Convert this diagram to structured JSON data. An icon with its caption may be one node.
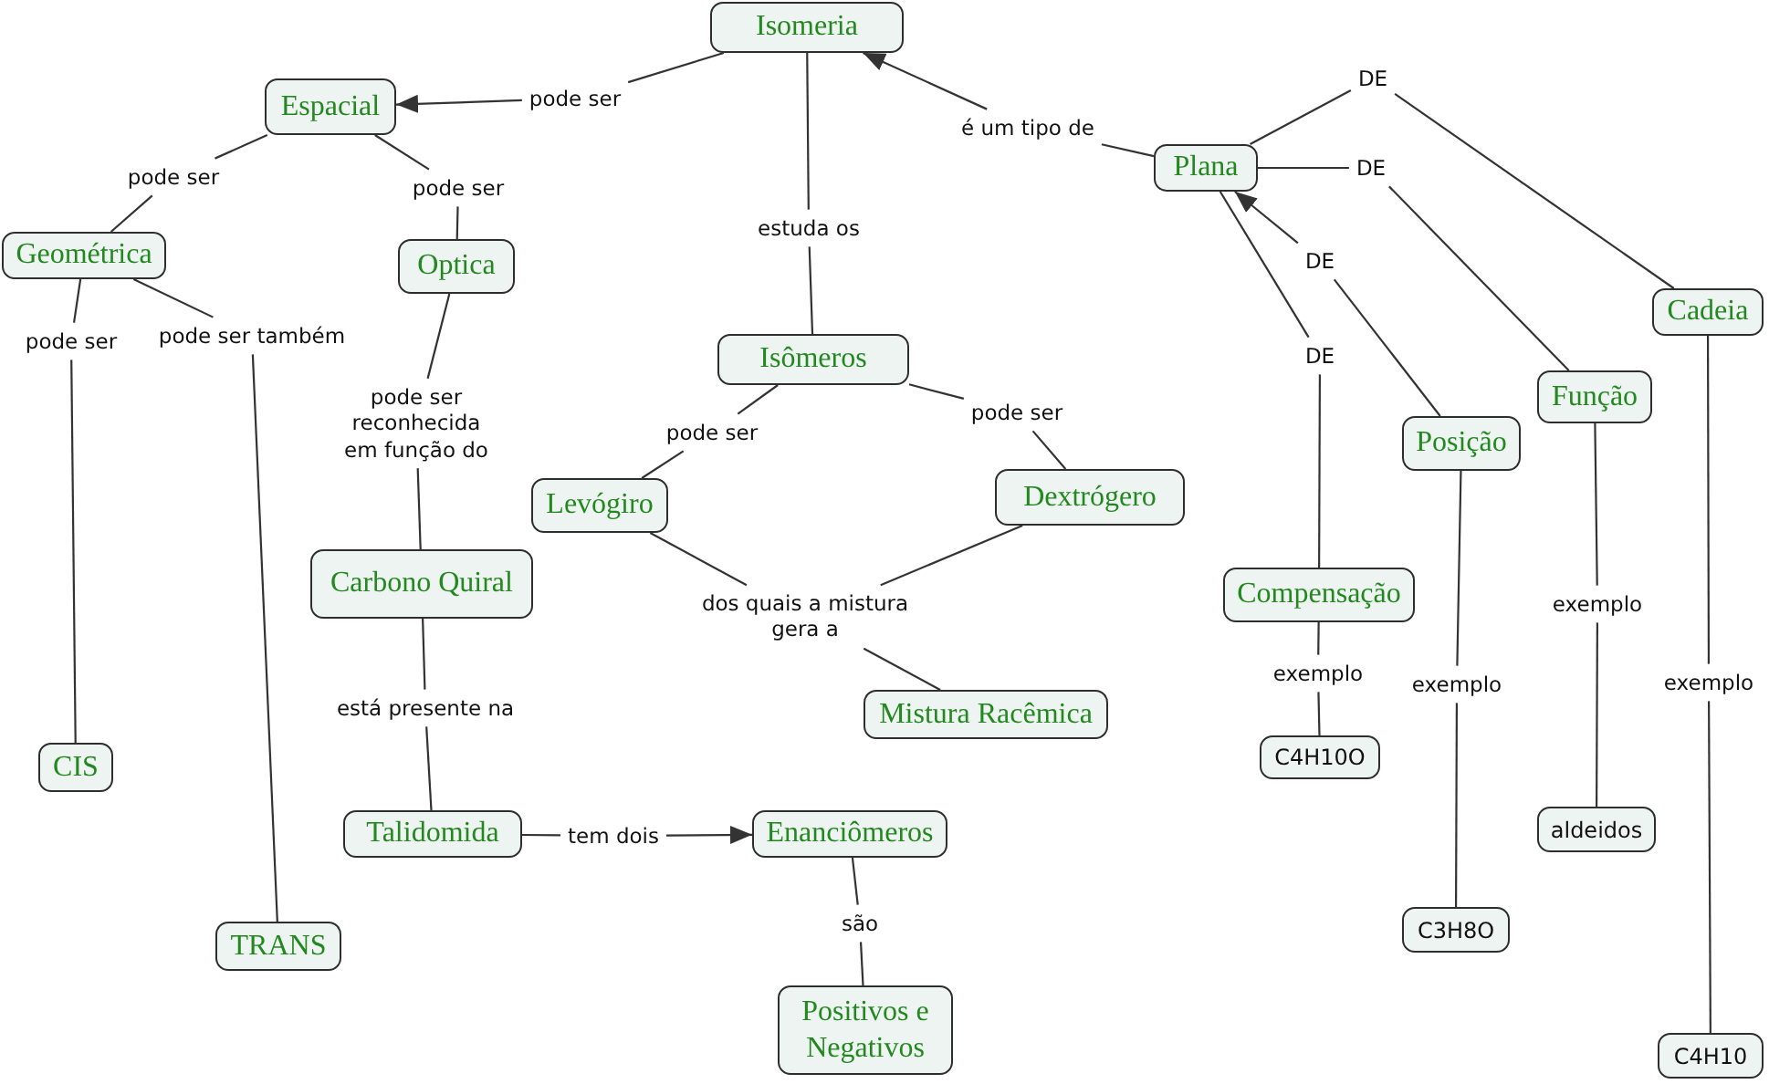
{
  "diagram": {
    "nodes": [
      {
        "text": [
          "Isomeria"
        ]
      },
      {
        "text": [
          "Espacial"
        ]
      },
      {
        "text": [
          "DE"
        ]
      },
      {
        "text": [
          "pode ser"
        ]
      },
      {
        "text": [
          "é um tipo de"
        ]
      },
      {
        "text": [
          "Plana"
        ]
      },
      {
        "text": [
          "DE"
        ]
      },
      {
        "text": [
          "pode ser"
        ]
      },
      {
        "text": [
          "pode ser"
        ]
      },
      {
        "text": [
          "estuda os"
        ]
      },
      {
        "text": [
          "Geométrica"
        ]
      },
      {
        "text": [
          "Optica"
        ]
      },
      {
        "text": [
          "DE"
        ]
      },
      {
        "text": [
          "Cadeia"
        ]
      },
      {
        "text": [
          "Isômeros"
        ]
      },
      {
        "text": [
          "pode ser"
        ]
      },
      {
        "text": [
          "pode ser também"
        ]
      },
      {
        "text": [
          "DE"
        ]
      },
      {
        "text": [
          "Função"
        ]
      },
      {
        "text": [
          "pode ser reconhecida em função do"
        ]
      },
      {
        "text": [
          "pode ser"
        ]
      },
      {
        "text": [
          "Posição"
        ]
      },
      {
        "text": [
          "pode ser"
        ]
      },
      {
        "text": [
          "Dextrógero"
        ]
      },
      {
        "text": [
          "Levógiro"
        ]
      },
      {
        "text": [
          "Carbono Quiral"
        ]
      },
      {
        "text": [
          "Compensação"
        ]
      },
      {
        "text": [
          "exemplo"
        ]
      },
      {
        "text": [
          "dos quais a mistura gera a"
        ]
      },
      {
        "text": [
          "exemplo"
        ]
      },
      {
        "text": [
          "exemplo"
        ]
      },
      {
        "text": [
          "exemplo"
        ]
      },
      {
        "text": [
          "Mistura Racêmica"
        ]
      },
      {
        "text": [
          "está presente na"
        ]
      },
      {
        "text": [
          "C4H10O"
        ]
      },
      {
        "text": [
          "CIS"
        ]
      },
      {
        "text": [
          "aldeidos"
        ]
      },
      {
        "text": [
          "Talidomida"
        ]
      },
      {
        "text": [
          "tem dois"
        ]
      },
      {
        "text": [
          "Enanciômeros"
        ]
      },
      {
        "text": [
          "C3H8O"
        ]
      },
      {
        "text": [
          "são"
        ]
      },
      {
        "text": [
          "TRANS"
        ]
      },
      {
        "text": [
          "Positivos e Negativos"
        ]
      },
      {
        "text": [
          "C4H10"
        ]
      }
    ],
    "edges": [
      {
        "from": 0,
        "to": 3,
        "arrow": "none"
      },
      {
        "from": 3,
        "to": 1,
        "arrow": "to"
      },
      {
        "from": 5,
        "to": 4,
        "arrow": "none"
      },
      {
        "from": 4,
        "to": 0,
        "arrow": "to"
      },
      {
        "from": 5,
        "to": 2,
        "arrow": "none"
      },
      {
        "from": 2,
        "to": 13,
        "arrow": "none"
      },
      {
        "from": 5,
        "to": 6,
        "arrow": "none"
      },
      {
        "from": 6,
        "to": 18,
        "arrow": "none"
      },
      {
        "from": 21,
        "to": 12,
        "arrow": "none"
      },
      {
        "from": 12,
        "to": 5,
        "arrow": "to"
      },
      {
        "from": 5,
        "to": 17,
        "arrow": "none"
      },
      {
        "from": 17,
        "to": 26,
        "arrow": "none"
      },
      {
        "from": 1,
        "to": 7,
        "arrow": "none"
      },
      {
        "from": 7,
        "to": 10,
        "arrow": "none"
      },
      {
        "from": 1,
        "to": 8,
        "arrow": "none"
      },
      {
        "from": 8,
        "to": 11,
        "arrow": "none"
      },
      {
        "from": 0,
        "to": 9,
        "arrow": "none"
      },
      {
        "from": 9,
        "to": 14,
        "arrow": "none"
      },
      {
        "from": 10,
        "to": 15,
        "arrow": "none"
      },
      {
        "from": 15,
        "to": 35,
        "arrow": "none"
      },
      {
        "from": 10,
        "to": 16,
        "arrow": "none"
      },
      {
        "from": 16,
        "to": 42,
        "arrow": "none"
      },
      {
        "from": 11,
        "to": 19,
        "arrow": "none"
      },
      {
        "from": 19,
        "to": 25,
        "arrow": "none"
      },
      {
        "from": 14,
        "to": 22,
        "arrow": "none"
      },
      {
        "from": 22,
        "to": 24,
        "arrow": "none"
      },
      {
        "from": 14,
        "to": 20,
        "arrow": "none"
      },
      {
        "from": 20,
        "to": 23,
        "arrow": "none"
      },
      {
        "from": 24,
        "to": 28,
        "arrow": "none"
      },
      {
        "from": 23,
        "to": 28,
        "arrow": "none"
      },
      {
        "from": 28,
        "to": 32,
        "arrow": "none"
      },
      {
        "from": 25,
        "to": 33,
        "arrow": "none"
      },
      {
        "from": 33,
        "to": 37,
        "arrow": "none"
      },
      {
        "from": 37,
        "to": 38,
        "arrow": "none"
      },
      {
        "from": 38,
        "to": 39,
        "arrow": "to"
      },
      {
        "from": 39,
        "to": 41,
        "arrow": "none"
      },
      {
        "from": 41,
        "to": 43,
        "arrow": "none"
      },
      {
        "from": 26,
        "to": 29,
        "arrow": "none"
      },
      {
        "from": 29,
        "to": 34,
        "arrow": "none"
      },
      {
        "from": 21,
        "to": 31,
        "arrow": "none"
      },
      {
        "from": 31,
        "to": 40,
        "arrow": "none"
      },
      {
        "from": 18,
        "to": 27,
        "arrow": "none"
      },
      {
        "from": 27,
        "to": 36,
        "arrow": "none"
      },
      {
        "from": 13,
        "to": 30,
        "arrow": "none"
      },
      {
        "from": 30,
        "to": 44,
        "arrow": "none"
      }
    ]
  }
}
